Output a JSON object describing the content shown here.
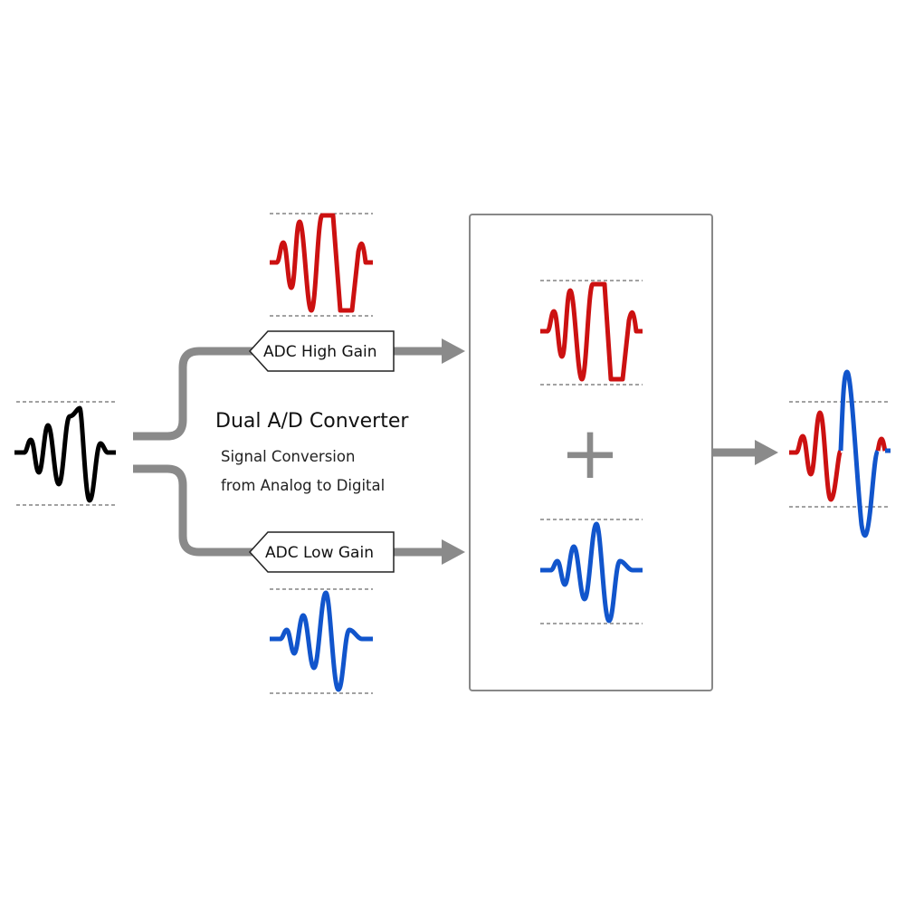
{
  "title": "Dual A/D Converter",
  "subtitle_lines": [
    "Signal Conversion",
    "from Analog to Digital"
  ],
  "high_gain_label": "ADC High Gain",
  "low_gain_label": "ADC Low Gain",
  "plus_symbol": "+",
  "colors": {
    "input_wave": "#000000",
    "high_gain_wave": "#cc1111",
    "low_gain_wave": "#1155cc",
    "connector": "#8a8a8a",
    "frame": "#888888"
  }
}
